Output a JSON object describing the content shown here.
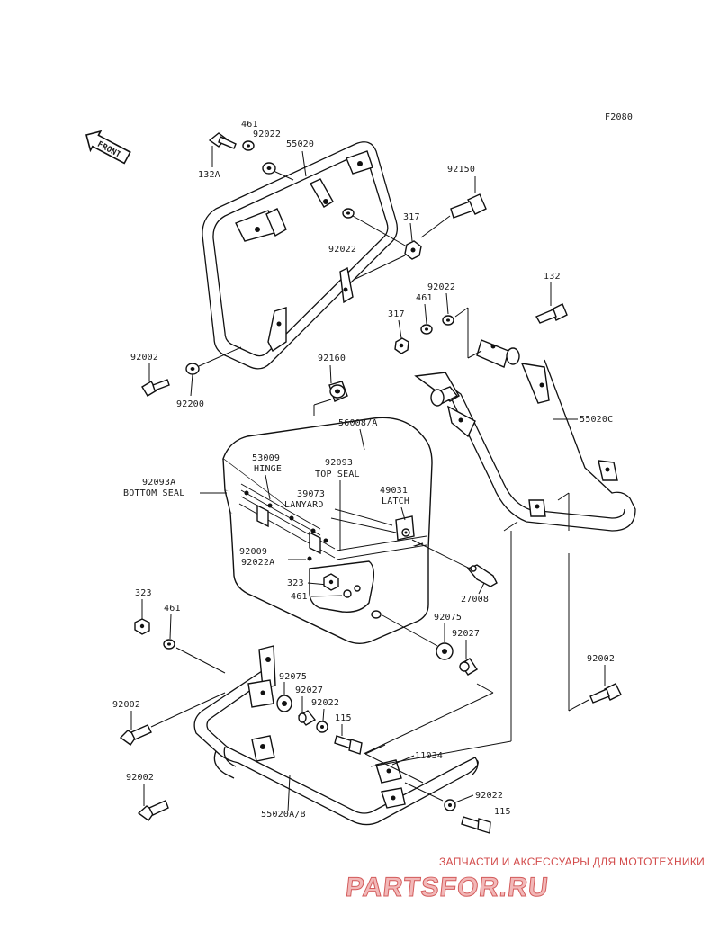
{
  "figure_code": "F2080",
  "front_arrow": "FRONT",
  "labels": {
    "p132A": "132A",
    "p461a": "461",
    "p92022a": "92022",
    "p55020": "55020",
    "p92150": "92150",
    "p317a": "317",
    "p92022b": "92022",
    "p132": "132",
    "p92022c": "92022",
    "p461b": "461",
    "p317b": "317",
    "p92002a": "92002",
    "p92200": "92200",
    "p92160": "92160",
    "p55020C": "55020C",
    "p56008": "56008/A",
    "p53009": "53009",
    "hinge": "HINGE",
    "p92093": "92093",
    "top_seal": "TOP SEAL",
    "p92093A": "92093A",
    "bottom_seal": "BOTTOM SEAL",
    "p39073": "39073",
    "lanyard": "LANYARD",
    "p49031": "49031",
    "latch": "LATCH",
    "p92009": "92009",
    "p92022A": "92022A",
    "p323a": "323",
    "p461c": "461",
    "p27008": "27008",
    "p323b": "323",
    "p461d": "461",
    "p92075a": "92075",
    "p92027a": "92027",
    "p92002b": "92002",
    "p92075b": "92075",
    "p92027b": "92027",
    "p92022d": "92022",
    "p115a": "115",
    "p92002c": "92002",
    "p11034": "11034",
    "p92002d": "92002",
    "p92022e": "92022",
    "p115b": "115",
    "p55020AB": "55020A/B"
  },
  "watermark": {
    "caption": "ЗАПЧАСТИ И АКСЕССУАРЫ ДЛЯ МОТОТЕХНИКИ",
    "brand": "PARTSFOR.RU"
  }
}
